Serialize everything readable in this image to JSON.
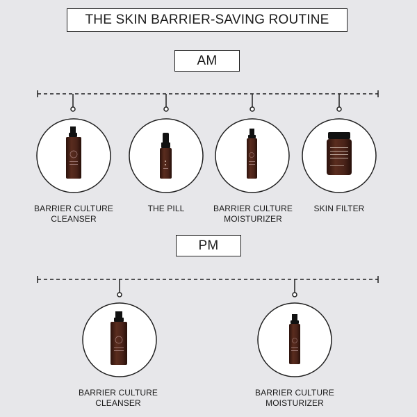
{
  "title": "THE SKIN BARRIER-SAVING ROUTINE",
  "am": {
    "heading": "AM",
    "products": [
      {
        "line1": "BARRIER CULTURE",
        "line2": "CLEANSER"
      },
      {
        "line1": "THE PILL",
        "line2": ""
      },
      {
        "line1": "BARRIER CULTURE",
        "line2": "MOISTURIZER"
      },
      {
        "line1": "SKIN FILTER",
        "line2": ""
      }
    ]
  },
  "pm": {
    "heading": "PM",
    "products": [
      {
        "line1": "BARRIER CULTURE",
        "line2": "CLEANSER"
      },
      {
        "line1": "BARRIER CULTURE",
        "line2": "MOISTURIZER"
      }
    ]
  },
  "colors": {
    "background": "#e7e7ea",
    "bottle_amber": "#4a2319",
    "cap_black": "#111111",
    "line": "#1f1f1f"
  }
}
